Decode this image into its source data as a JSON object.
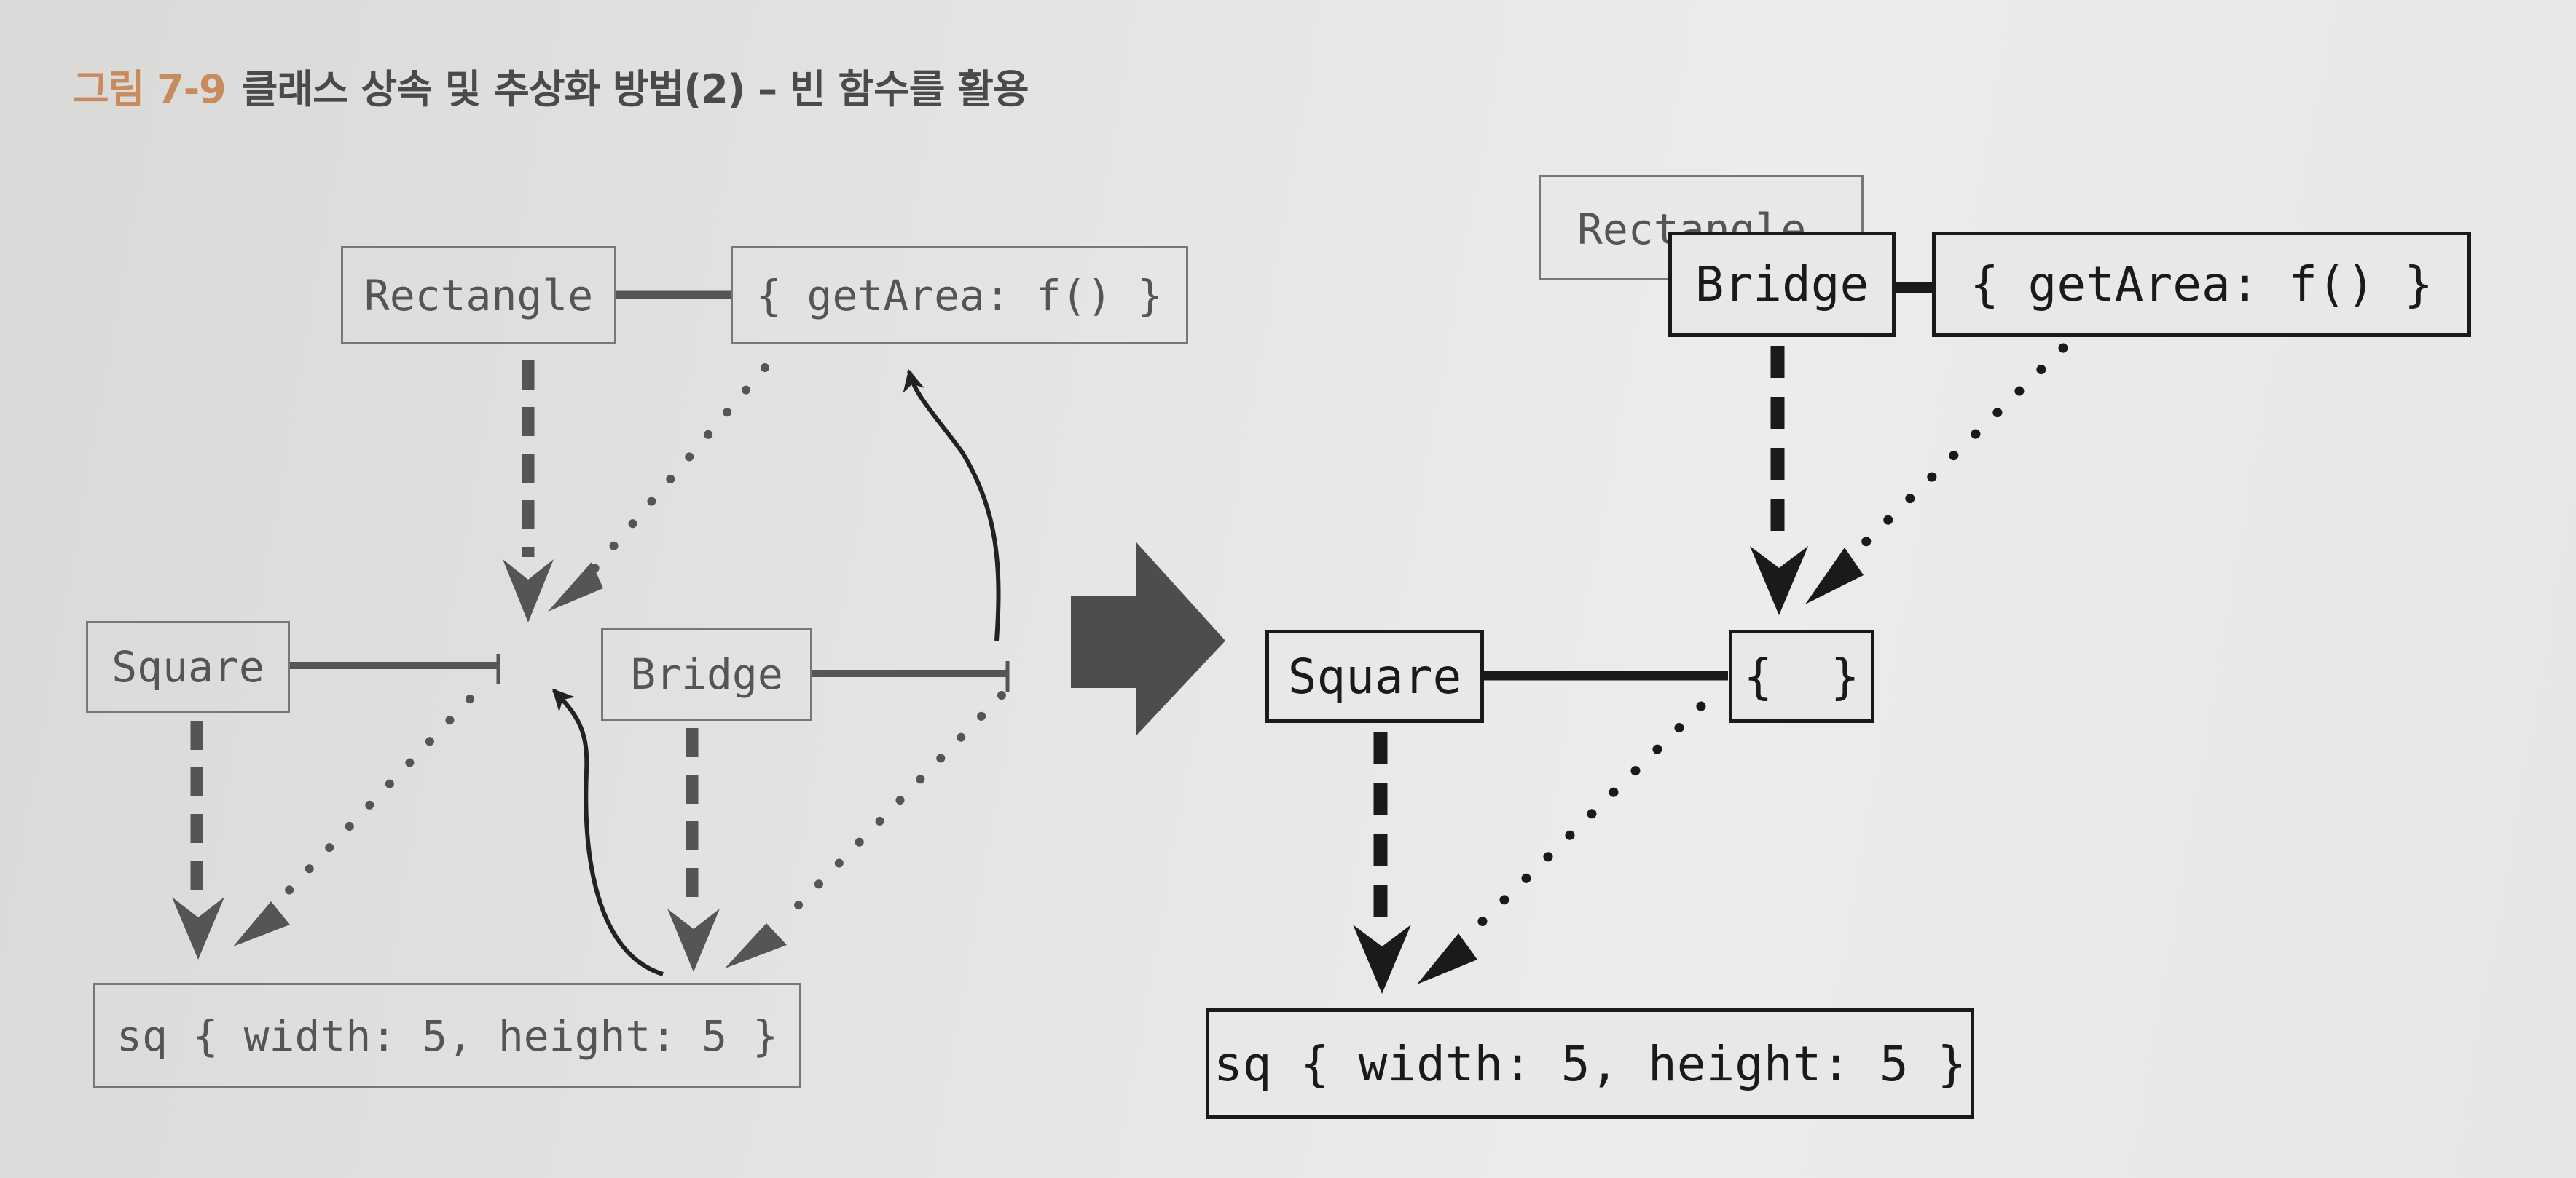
{
  "caption": {
    "figure_number": "그림 7-9",
    "title": "클래스 상속 및 추상화 방법(2) – 빈 함수를 활용"
  },
  "left_diagram": {
    "rectangle_label": "Rectangle",
    "proto_label": "{ getArea: f() }",
    "square_label": "Square",
    "bridge_label": "Bridge",
    "instance_label": "sq { width: 5, height: 5 }"
  },
  "right_diagram": {
    "rectangle_label": "Rectangle",
    "bridge_label": "Bridge",
    "proto_label": "{ getArea: f() }",
    "square_label": "Square",
    "empty_proto_label": "{  }",
    "instance_label": "sq { width: 5, height: 5 }"
  },
  "colors": {
    "left_stroke": "#555555",
    "right_stroke": "#1a1a1a",
    "caption_number": "#c98a5e"
  }
}
